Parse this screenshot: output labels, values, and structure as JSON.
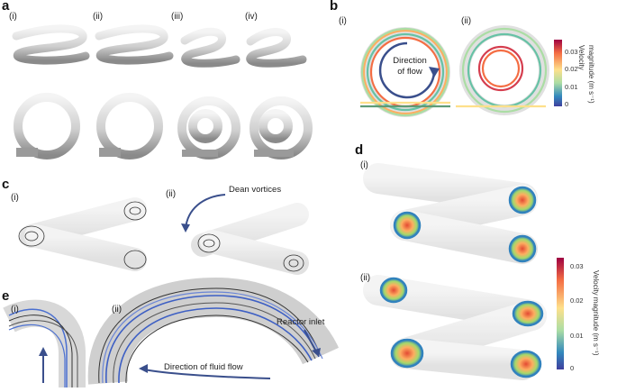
{
  "panels": {
    "a": {
      "letter": "a",
      "subs": [
        "(i)",
        "(ii)",
        "(iii)",
        "(iv)"
      ]
    },
    "b": {
      "letter": "b",
      "subs": [
        "(i)",
        "(ii)"
      ],
      "annotation": [
        "Direction",
        "of flow"
      ],
      "colorbar": {
        "label_line1": "Velocity",
        "label_line2": "magnitude (m s⁻¹)",
        "ticks": [
          "0.03",
          "0.02",
          "0.01",
          "0"
        ]
      }
    },
    "c": {
      "letter": "c",
      "subs": [
        "(i)",
        "(ii)"
      ],
      "annotation": "Dean vortices"
    },
    "d": {
      "letter": "d",
      "subs": [
        "(i)",
        "(ii)"
      ],
      "colorbar": {
        "label": "Velocity magnitude (m s⁻¹)",
        "ticks": [
          "0.03",
          "0.02",
          "0.01",
          "0"
        ]
      }
    },
    "e": {
      "letter": "e",
      "subs": [
        "(i)",
        "(ii)"
      ],
      "annotations": [
        "Reactor inlet",
        "Direction of fluid flow"
      ]
    }
  },
  "colors": {
    "jet_high": "#b2182b",
    "jet_mid": "#f6e39a",
    "jet_low": "#3b4cc0",
    "tube": "#d8d8d8"
  }
}
